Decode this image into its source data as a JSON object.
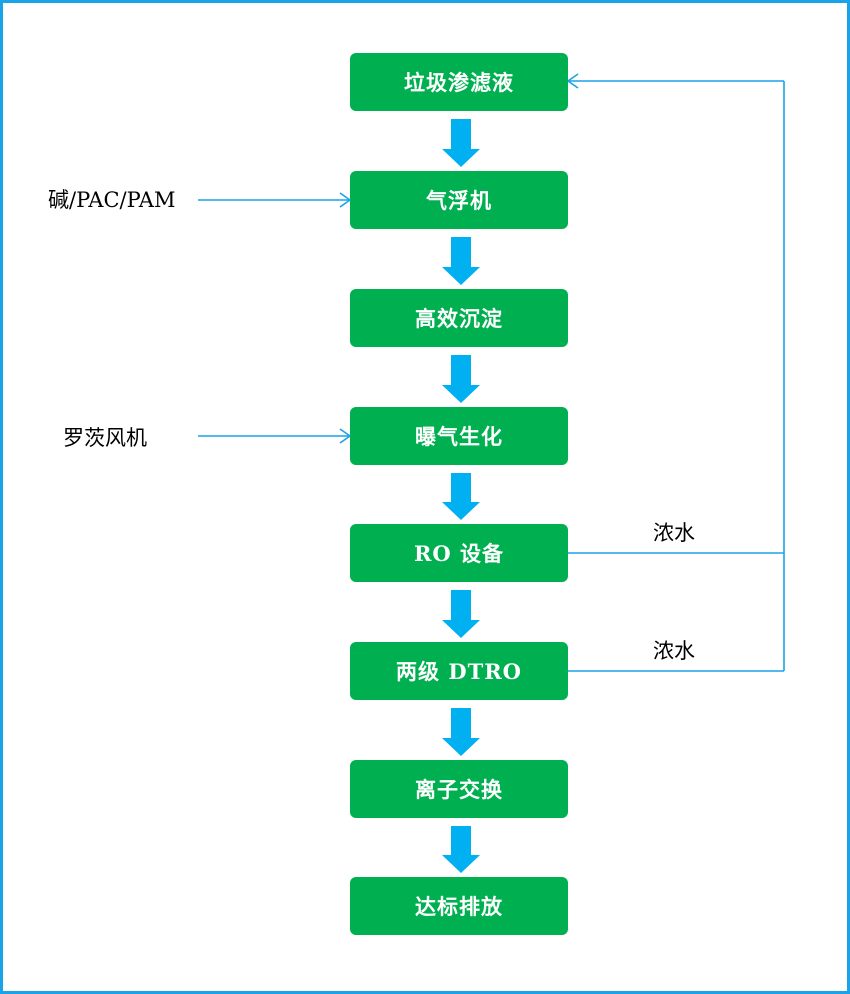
{
  "colors": {
    "step_fill": "#00b050",
    "step_text": "#ffffff",
    "arrow": "#00b0f0",
    "connector": "#1aa3e8",
    "border": "#1aa3e8"
  },
  "steps": [
    {
      "label": "垃圾渗滤液"
    },
    {
      "label": "气浮机"
    },
    {
      "label": "高效沉淀"
    },
    {
      "label": "曝气生化"
    },
    {
      "label": "RO 设备"
    },
    {
      "label": "两级 DTRO"
    },
    {
      "label": "离子交换"
    },
    {
      "label": "达标排放"
    }
  ],
  "inputs": {
    "chemicals": "碱/PAC/PAM",
    "blower": "罗茨风机"
  },
  "concentrate": {
    "ro_label": "浓水",
    "dtro_label": "浓水"
  }
}
